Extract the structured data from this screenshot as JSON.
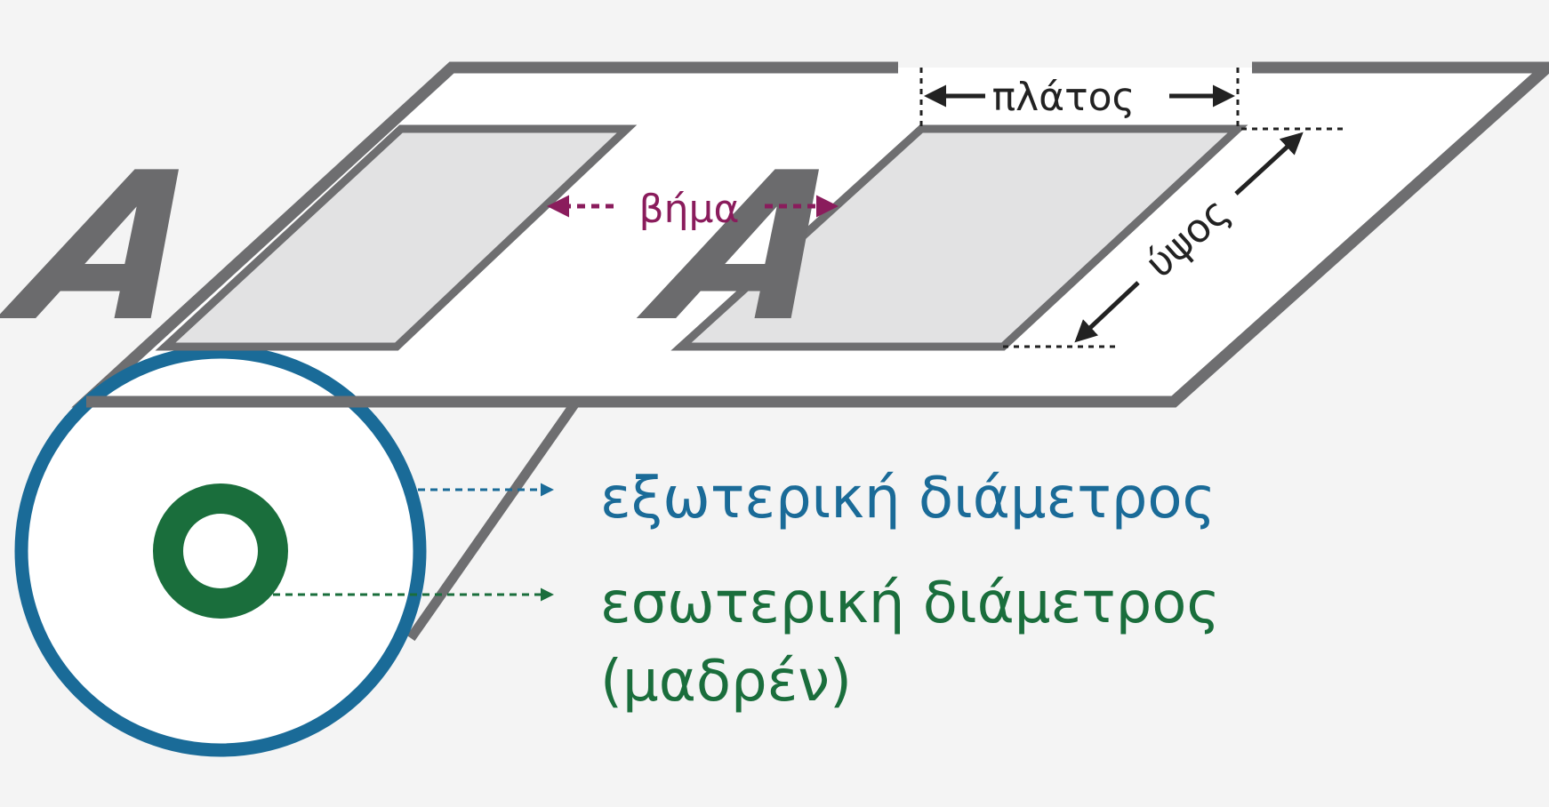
{
  "labels": {
    "width": "πλάτος",
    "pitch": "βήμα",
    "height": "ύψος",
    "outer_diameter": "εξωτερική διάμετρος",
    "inner_diameter": "εσωτερική διάμετρος",
    "core": "(μαδρέν)"
  },
  "label_glyph": "A",
  "colors": {
    "background": "#f4f4f4",
    "sheet_fill": "#ffffff",
    "frame": "#6e6e70",
    "label_fill": "#e2e2e3",
    "glyph": "#6b6b6d",
    "dimension": "#222222",
    "pitch": "#8a1c5c",
    "outer": "#1a6b98",
    "inner": "#1a6e3c"
  }
}
